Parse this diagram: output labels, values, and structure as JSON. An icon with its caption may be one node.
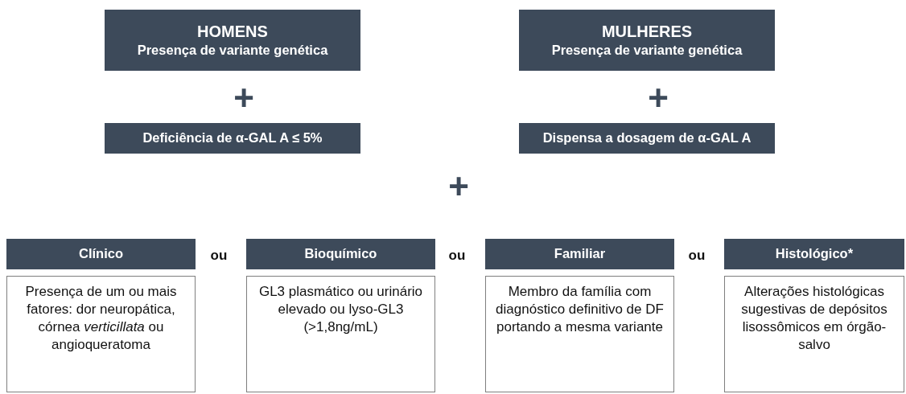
{
  "diagram": {
    "nodes": [
      {
        "text": [
          "HOMENS",
          "Presença de variante genética"
        ]
      },
      {
        "text": [
          "MULHERES",
          "Presença de variante genética"
        ]
      },
      {
        "text": [
          "Deficiência de α-GAL A ≤ 5%"
        ]
      },
      {
        "text": [
          "Dispensa a dosagem de α-GAL A"
        ]
      },
      {
        "text": [
          "Clínico"
        ]
      },
      {
        "text": [
          "Presença de um ou mais fatores: dor neuropática, córnea *verticillata* ou angioqueratoma"
        ]
      },
      {
        "text": [
          "Bioquímico"
        ]
      },
      {
        "text": [
          "GL3 plasmático ou urinário elevado ou lyso-GL3 (>1,8ng/mL)"
        ]
      },
      {
        "text": [
          "Familiar"
        ]
      },
      {
        "text": [
          "Membro da família com diagnóstico definitivo de DF portando a mesma variante"
        ]
      },
      {
        "text": [
          "Histológico*"
        ]
      },
      {
        "text": [
          "Alterações histológicas sugestivas de depósitos lisossômicos em órgão-salvo"
        ]
      }
    ],
    "labels": [
      "+",
      "+",
      "+",
      "ou",
      "ou",
      "ou"
    ]
  }
}
